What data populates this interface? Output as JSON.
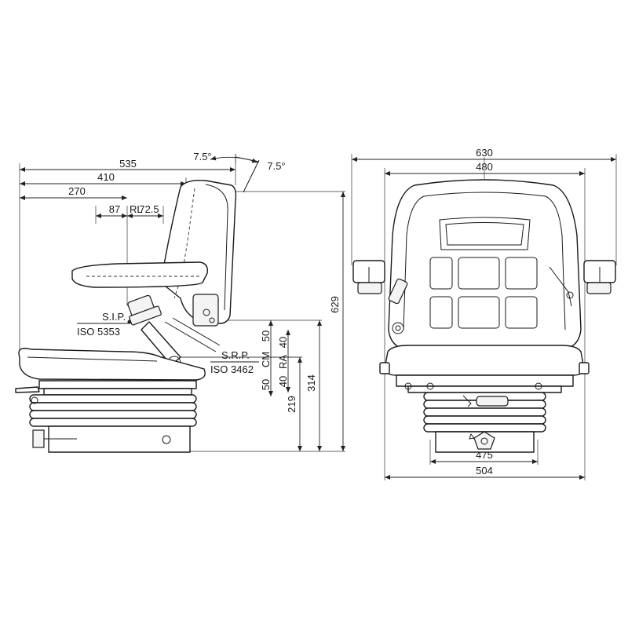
{
  "side_view": {
    "dim_535": "535",
    "dim_410": "410",
    "dim_270": "270",
    "dim_87": "87",
    "label_rl": "RL",
    "dim_72_5": "72.5",
    "angle_left": "7.5°",
    "angle_right": "7.5°",
    "sip_label": "S.I.P.",
    "sip_standard": "ISO  5353",
    "srp_label": "S.R.P.",
    "srp_standard": "ISO 3462",
    "label_cm": "CM",
    "label_ra": "RA",
    "dim_cm_50_top": "50",
    "dim_cm_50_bottom": "50",
    "dim_ra_40_top": "40",
    "dim_ra_40_bottom": "40",
    "dim_219": "219",
    "dim_314": "314",
    "dim_629": "629"
  },
  "front_view": {
    "dim_630": "630",
    "dim_480": "480",
    "dim_475": "475",
    "dim_504": "504"
  }
}
